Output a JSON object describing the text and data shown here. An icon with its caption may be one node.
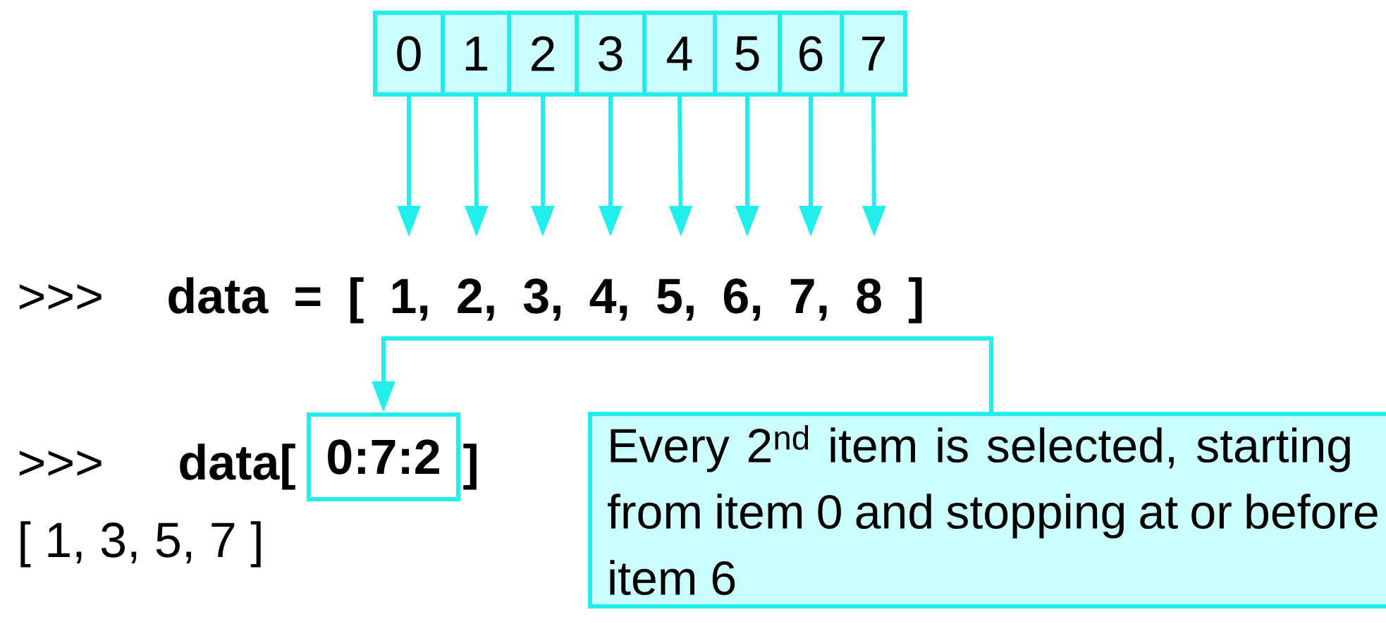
{
  "diagram": {
    "nodes": [
      {
        "text": [
          "0"
        ]
      },
      {
        "text": [
          "1"
        ]
      },
      {
        "text": [
          "2"
        ]
      },
      {
        "text": [
          "3"
        ]
      },
      {
        "text": [
          "4"
        ]
      },
      {
        "text": [
          "5"
        ]
      },
      {
        "text": [
          "6"
        ]
      },
      {
        "text": [
          "7"
        ]
      },
      {
        "text": [
          "0:7:2"
        ]
      },
      {
        "text": [
          "Every 2$^{nd}$ item is selected, starting from item 0 and stopping at or before item 6"
        ]
      }
    ],
    "edges": [
      {
        "from": 0,
        "to": null,
        "arrow": "to"
      },
      {
        "from": 1,
        "to": null,
        "arrow": "to"
      },
      {
        "from": 2,
        "to": null,
        "arrow": "to"
      },
      {
        "from": 3,
        "to": null,
        "arrow": "to"
      },
      {
        "from": 4,
        "to": null,
        "arrow": "to"
      },
      {
        "from": 5,
        "to": null,
        "arrow": "to"
      },
      {
        "from": 6,
        "to": null,
        "arrow": "to"
      },
      {
        "from": 7,
        "to": null,
        "arrow": "to"
      },
      {
        "from": 9,
        "to": 8,
        "arrow": "to"
      }
    ],
    "labels": [
      ">>>",
      "data = [ 1, 2, 3, 4, 5, 6, 7, 8 ]",
      ">>>",
      "data[",
      "]",
      "[ 1, 3, 5, 7 ]"
    ]
  }
}
